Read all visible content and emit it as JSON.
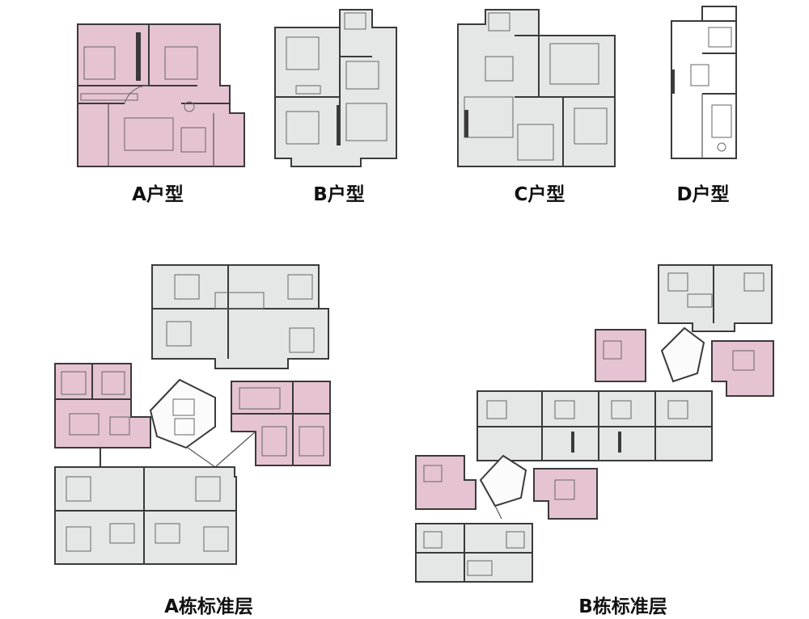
{
  "unit_plans": [
    {
      "id": "A",
      "label": "A户型",
      "color": "#e6c3d3"
    },
    {
      "id": "B",
      "label": "B户型",
      "color": "#e4e7e6"
    },
    {
      "id": "C",
      "label": "C户型",
      "color": "#e4e7e6"
    },
    {
      "id": "D",
      "label": "D户型",
      "color": "#f1dde6"
    }
  ],
  "floor_plans": [
    {
      "id": "A",
      "label": "A栋标准层"
    },
    {
      "id": "B",
      "label": "B栋标准层"
    }
  ],
  "colors": {
    "pink_unit": "#e6c3d3",
    "grey_unit": "#e4e7e6",
    "wall": "#3a3a3a",
    "background": "#ffffff"
  }
}
